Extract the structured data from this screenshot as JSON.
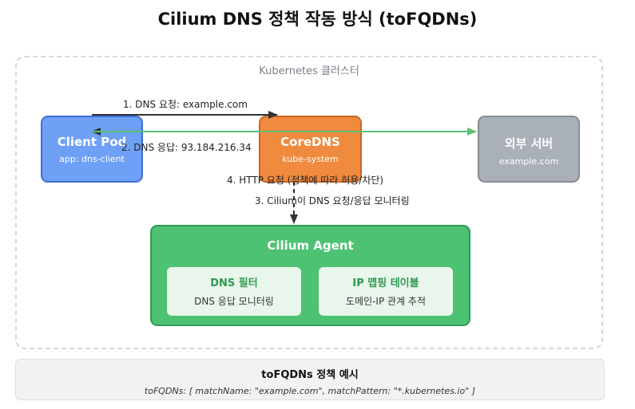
{
  "title": "Cilium DNS 정책 작동 방식 (toFQDNs)",
  "cluster": {
    "label": "Kubernetes 클러스터"
  },
  "nodes": {
    "client": {
      "name": "Client Pod",
      "sub": "app: dns-client"
    },
    "coredns": {
      "name": "CoreDNS",
      "sub": "kube-system"
    },
    "external": {
      "name": "외부 서버",
      "sub": "example.com"
    },
    "agent": {
      "name": "Cilium Agent"
    },
    "dns_filter": {
      "name": "DNS 필터",
      "sub": "DNS 응답 모니터링"
    },
    "ip_map": {
      "name": "IP 맵핑 테이블",
      "sub": "도메인-IP 관계 추적"
    }
  },
  "edges": {
    "e1": "1. DNS 요청: example.com",
    "e2": "2. DNS 응답: 93.184.216.34",
    "e3": "3. Cilium이 DNS 요청/응답 모니터링",
    "e4": "4. HTTP 요청 (정책에 따라 허용/차단)"
  },
  "example": {
    "title": "toFQDNs 정책 예시",
    "code": "toFQDNs: [ matchName: \"example.com\", matchPattern: \"*.kubernetes.io\" ]"
  },
  "colors": {
    "client": "#6ea1f6",
    "coredns": "#f08a3e",
    "external": "#a9b0b8",
    "agent": "#4dc272",
    "http_arrow": "#5cbf74",
    "dns_arrow": "#333333"
  }
}
